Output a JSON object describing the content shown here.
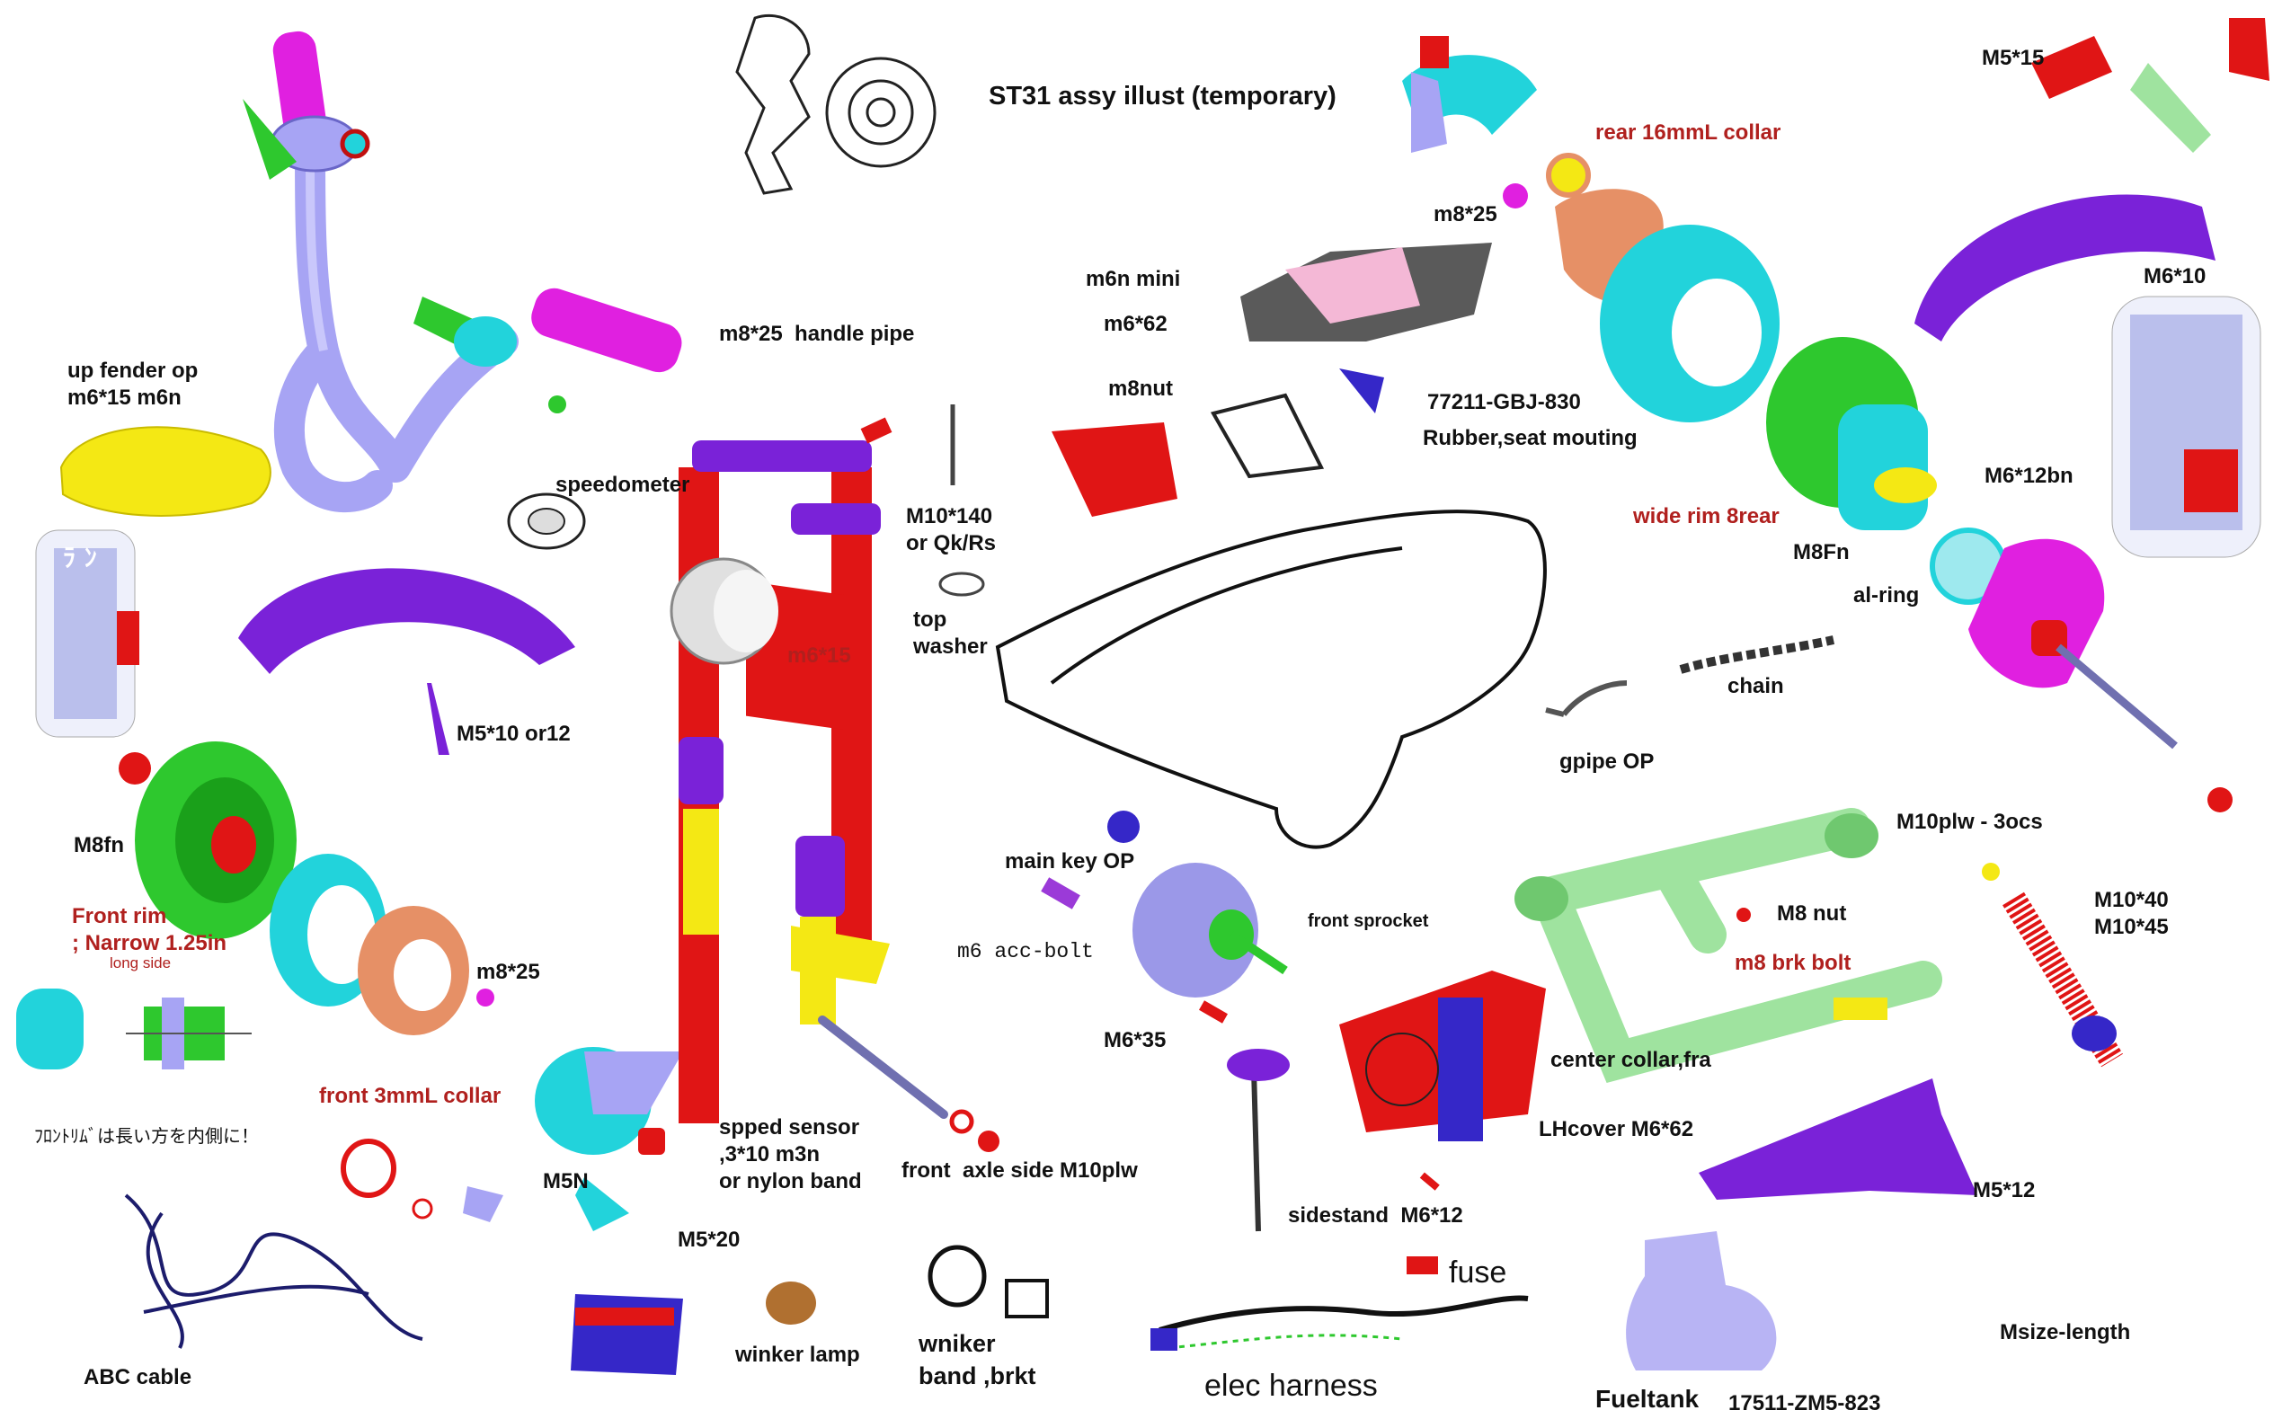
{
  "title": "ST31 assy illust (temporary)",
  "colors": {
    "red_label": "#b0201e",
    "frame_red": "#e01515",
    "purple": "#7a22d8",
    "cyan": "#22d3db",
    "green": "#2ec82e",
    "light_green": "#9fe39f",
    "yellow": "#f4e814",
    "magenta": "#e020e0",
    "lavender": "#a7a4f4",
    "salmon": "#e69066"
  },
  "labels": {
    "up_fender_op": "up fender op\nm6*15 m6n",
    "speedometer": "speedometer",
    "m8_25_handle_pipe": "m8*25  handle pipe",
    "m5_10_or12": "M5*10 or12",
    "m8fn_left": "M8fn",
    "front_rim": "Front rim\n; Narrow 1.25in",
    "long_side": "long side",
    "m8_25_front": "m8*25",
    "front_3mml_collar": "front 3mmL collar",
    "japanese_note": "ﾌﾛﾝﾄﾘﾑﾞは長い方を内側に！",
    "abc_cable": "ABC cable",
    "m5n": "M5N",
    "m5_20": "M5*20",
    "spped_sensor": "spped sensor\n,3*10 m3n\nor nylon band",
    "winker_lamp": "winker lamp",
    "wniker_band": "wniker\nband ,brkt",
    "front_axle": "front  axle side M10plw",
    "m10_140": "M10*140\nor Qk/Rs",
    "top_washer": "top\nwasher",
    "m6_15": "m6*15",
    "main_key_op": "main key OP",
    "m6_acc_bolt": "m6 acc-bolt",
    "m6n_mini": "m6n mini",
    "m6_62": "m6*62",
    "m8nut": "m8nut",
    "part_77211": "77211-GBJ-830",
    "rubber_seat": "Rubber,seat mouting",
    "m8_25_rear": "m8*25",
    "rear_collar": "rear 16mmL collar",
    "m5_15": "M5*15",
    "m6_10": "M6*10",
    "m6_12bn": "M6*12bn",
    "wide_rim": "wide rim 8rear",
    "m8fn_right": "M8Fn",
    "al_ring": "al-ring",
    "chain": "chain",
    "gpipe_op": "gpipe OP",
    "m10plw_3ocs": "M10plw - 3ocs",
    "m10_40_45": "M10*40\nM10*45",
    "m8_nut": "M8 nut",
    "m8_brk_bolt": "m8 brk bolt",
    "front_sprocket": "front sprocket",
    "m6_35": "M6*35",
    "center_collar": "center collar,fra",
    "lhcover": "LHcover M6*62",
    "sidestand": "sidestand  M6*12",
    "fuse": "fuse",
    "elec_harness": "elec harness",
    "fueltank": "Fueltank",
    "part_17511": "17511-ZM5-823",
    "m5_12": "M5*12",
    "msize_length": "Msize-length"
  }
}
